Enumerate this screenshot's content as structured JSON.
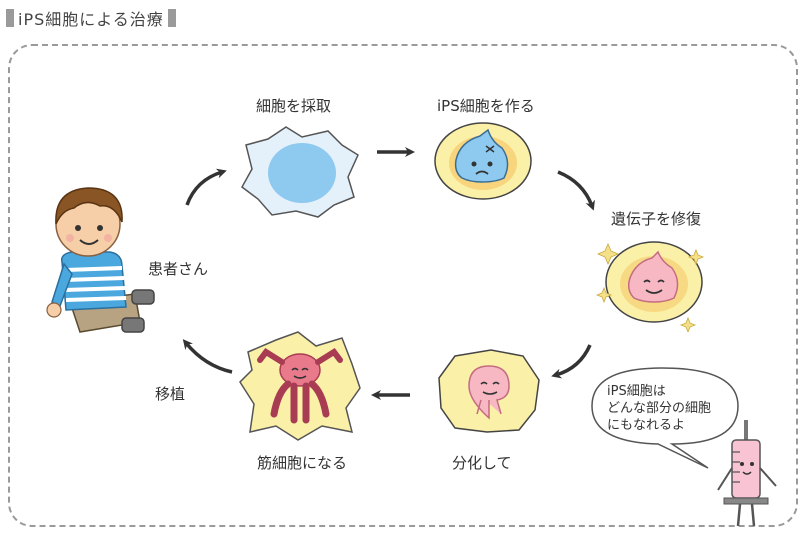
{
  "title": "iPS細胞による治療",
  "labels": {
    "collect": "細胞を採取",
    "make_ips": "iPS細胞を作る",
    "repair": "遺伝子を修復",
    "differentiate": "分化して",
    "muscle": "筋細胞になる",
    "transplant": "移植",
    "patient": "患者さん"
  },
  "speech_bubble": {
    "line1": "iPS細胞は",
    "line2": "どんな部分の細胞",
    "line3": "にもなれるよ"
  },
  "colors": {
    "frame": "#9a9a9a",
    "arrow": "#333333",
    "cell_blue": "#8ec9ef",
    "cell_yellow": "#fbf0a8",
    "cell_pink": "#f7b8c4",
    "syringe": "#f8c4d3"
  }
}
